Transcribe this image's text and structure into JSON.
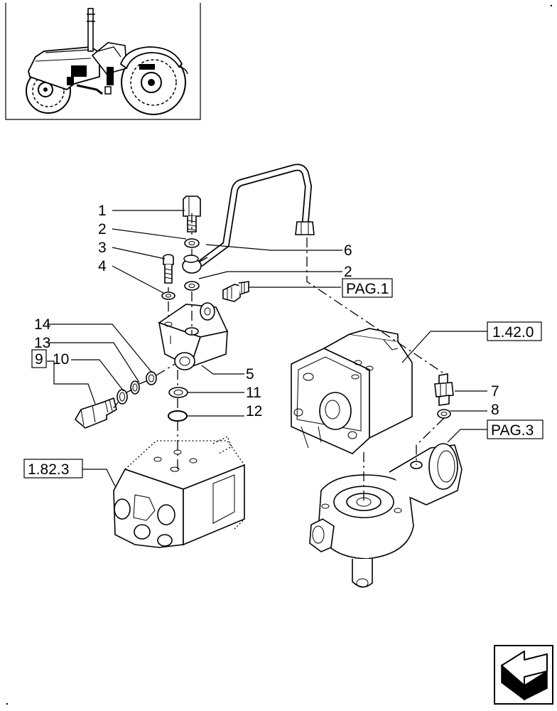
{
  "callouts": {
    "c1": "1",
    "c2a": "2",
    "c3": "3",
    "c4": "4",
    "c5": "5",
    "c6": "6",
    "c2b": "2",
    "c7": "7",
    "c8": "8",
    "c9": "9",
    "c10": "10",
    "c11": "11",
    "c12": "12",
    "c13": "13",
    "c14": "14"
  },
  "references": {
    "pag1": "PAG.1",
    "ref_1_42_0": "1.42.0",
    "pag3": "PAG.3",
    "ref_1_82_3": "1.82.3"
  },
  "icons": {
    "thumbnail": "tractor-thumbnail-icon",
    "next_page": "next-page-arrow-icon"
  }
}
